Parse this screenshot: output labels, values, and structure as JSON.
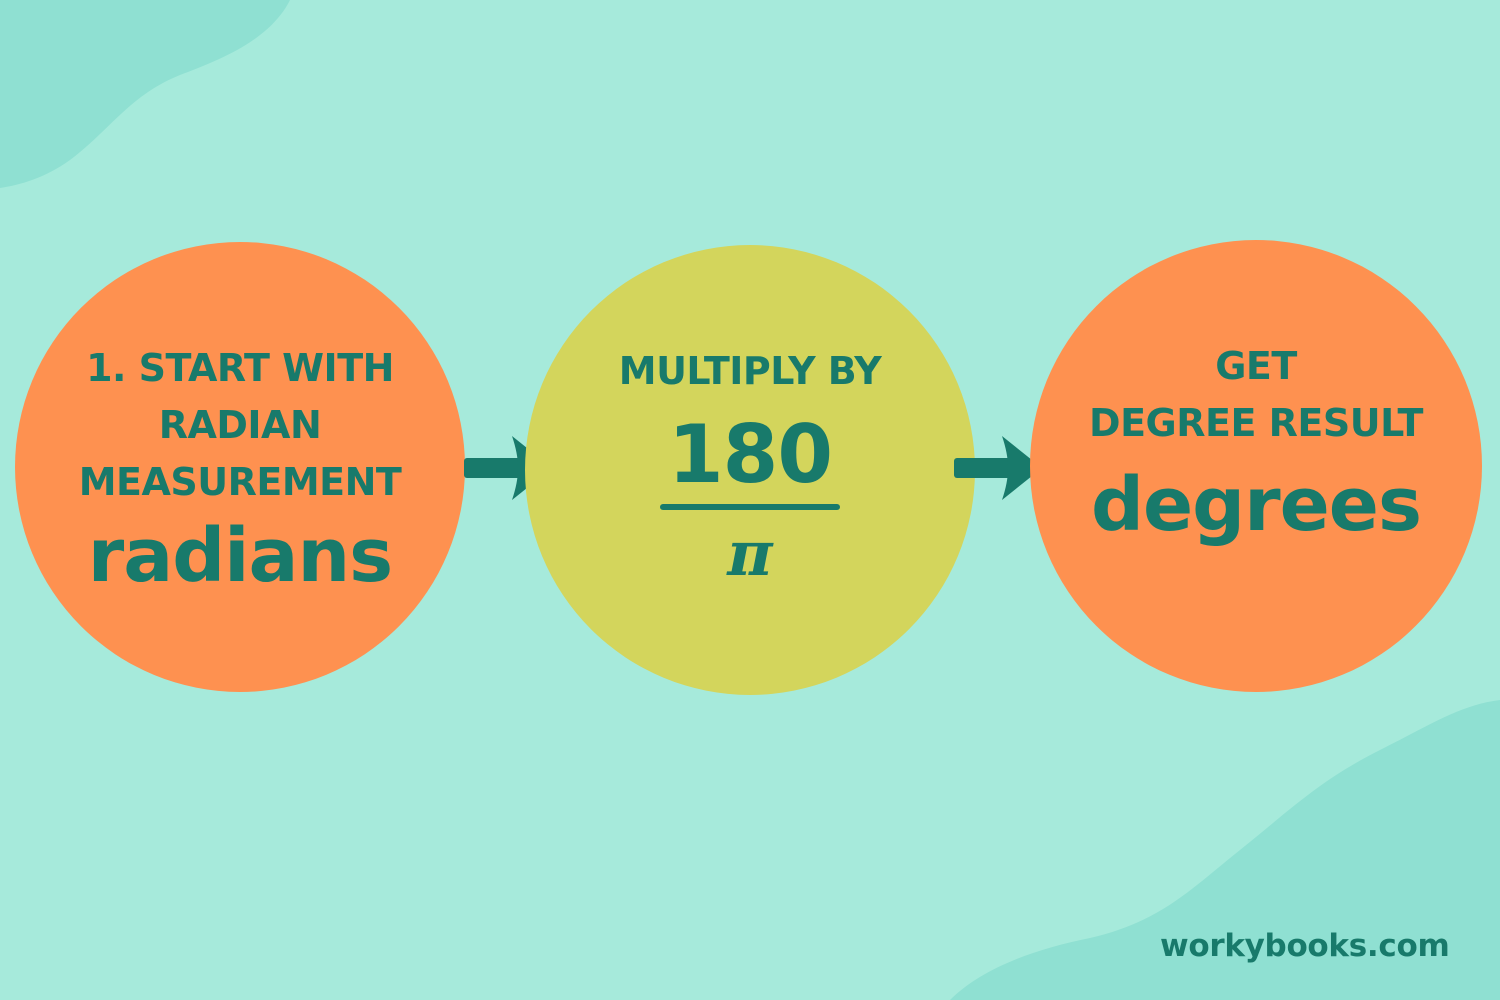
{
  "colors": {
    "background": "#a6eadb",
    "blob": "#8fe0d2",
    "orange": "#fe9150",
    "yellow_green": "#d3d55c",
    "teal_text": "#187a6b"
  },
  "steps": [
    {
      "lines": [
        "1. START WITH",
        "RADIAN",
        "MEASUREMENT"
      ],
      "word": "radians"
    },
    {
      "lines": [
        "MULTIPLY BY"
      ],
      "numerator": "180",
      "denominator": "π"
    },
    {
      "lines": [
        "GET",
        "DEGREE RESULT"
      ],
      "word": "degrees"
    }
  ],
  "icons": {
    "arrow_1": "arrow-right-icon",
    "arrow_2": "arrow-right-icon"
  },
  "footer": {
    "site": "workybooks.com"
  }
}
